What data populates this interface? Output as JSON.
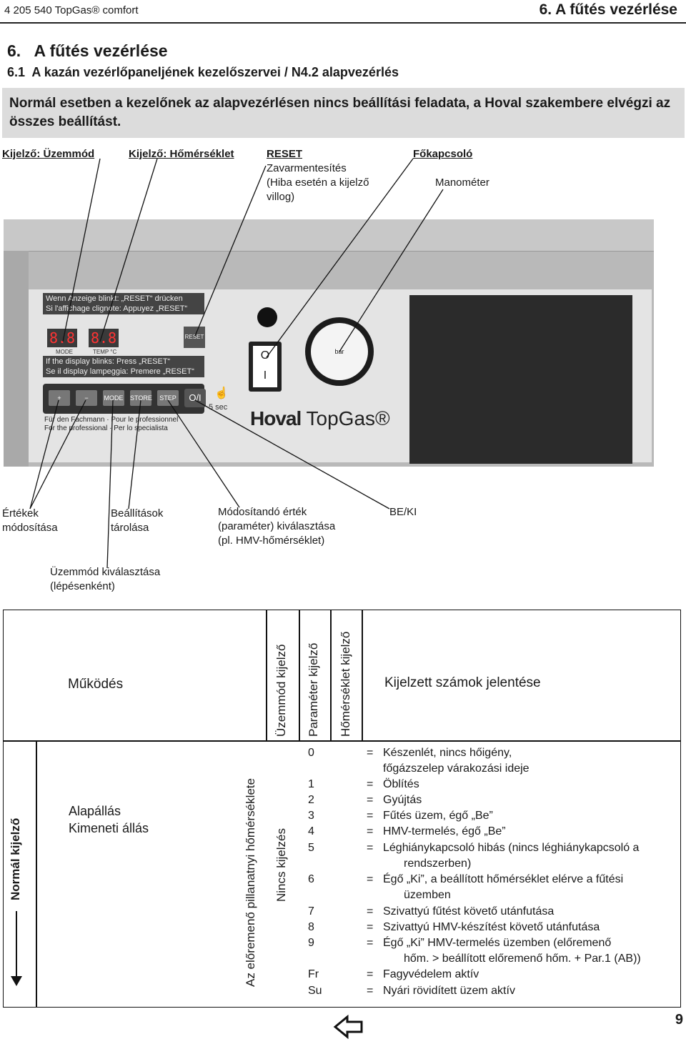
{
  "header": {
    "doc_ref": "4 205 540 TopGas® comfort",
    "section": "6. A fűtés vezérlése"
  },
  "headings": {
    "h1": "6.   A fűtés vezérlése",
    "h2": "6.1  A kazán vezérlőpaneljének kezelőszervei / N4.2 alapvezérlés"
  },
  "note": "Normál esetben a kezelőnek az alapvezérlésen nincs beállítási feladata, a Hoval szakembere elvégzi az összes beállítást.",
  "top_labels": {
    "mode_display": "Kijelző: Üzemmód",
    "temp_display": "Kijelző: Hőmérséklet",
    "reset_title": "RESET",
    "reset_line1": "Zavarmentesítés",
    "reset_line2": "(Hiba esetén a kijelző",
    "reset_line3": "villog)",
    "main_switch": "Főkapcsoló",
    "manometer": "Manométer"
  },
  "panel": {
    "warn_de": "Wenn Anzeige blinkt: „RESET“ drücken",
    "warn_fr": "Si l'affichage clignote: Appuyez „RESET“",
    "warn_en": "If the display blinks: Press „RESET“",
    "warn_it": "Se il display lampeggia: Premere „RESET“",
    "disp_mode": "8.8",
    "disp_temp": "8.8",
    "disp_mode_lbl": "MODE",
    "disp_temp_lbl": "TEMP °C",
    "reset_btn": "RESET",
    "keys": [
      "+",
      "−",
      "MODE",
      "STORE",
      "STEP"
    ],
    "onoff_key": "O/I",
    "sec": "5 sec",
    "fach_line1": "Für den Fachmann · Pour le professionnel",
    "fach_line2": "For the professional · Per lo specialista",
    "brand_bold": "Hoval",
    "brand_rest": " TopGas®",
    "switch_on": "I",
    "switch_off": "O",
    "gauge_unit": "bar"
  },
  "bottom_labels": {
    "values_l1": "Értékek",
    "values_l2": "módosítása",
    "store_l1": "Beállítások",
    "store_l2": "tárolása",
    "step_l1": "Módosítandó érték",
    "step_l2": "(paraméter) kiválasztása",
    "step_l3": "(pl. HMV-hőmérséklet)",
    "onoff": "BE/KI",
    "mode_l1": "Üzemmód kiválasztása",
    "mode_l2": "(lépésenként)"
  },
  "table": {
    "col_function": "Működés",
    "col_mode": "Üzemmód kijelző",
    "col_param": "Paraméter kijelző",
    "col_temp": "Hőmérséklet kijelző",
    "col_meaning": "Kijelzett számok jelentése",
    "row_label": "Normál kijelző",
    "function_l1": "Alapállás",
    "function_l2": "Kimeneti állás",
    "mode_value": "Az előremenő pillanatnyi hőmérséklete",
    "param_value": "Nincs kijelzés",
    "entries": [
      {
        "code": "0",
        "lines": [
          "Készenlét, nincs hőigény,",
          "főgázszelep várakozási ideje"
        ]
      },
      {
        "code": "1",
        "lines": [
          "Öblítés"
        ]
      },
      {
        "code": "2",
        "lines": [
          "Gyújtás"
        ]
      },
      {
        "code": "3",
        "lines": [
          "Fűtés üzem, égő „Be”"
        ]
      },
      {
        "code": "4",
        "lines": [
          "HMV-termelés, égő „Be”"
        ]
      },
      {
        "code": "5",
        "lines": [
          "Léghiánykapcsoló hibás (nincs léghiánykapcsoló a",
          "rendszerben)"
        ]
      },
      {
        "code": "6",
        "lines": [
          "Égő „Ki”, a beállított hőmérséklet elérve a fűtési",
          "üzemben"
        ]
      },
      {
        "code": "7",
        "lines": [
          "Szivattyú fűtést követő utánfutása"
        ]
      },
      {
        "code": "8",
        "lines": [
          "Szivattyú HMV-készítést követő utánfutása"
        ]
      },
      {
        "code": "9",
        "lines": [
          "Égő „Ki” HMV-termelés üzemben (előremenő",
          "hőm. > beállított előremenő hőm. + Par.1 (AB))"
        ]
      },
      {
        "code": "Fr",
        "lines": [
          "Fagyvédelem aktív"
        ]
      },
      {
        "code": "Su",
        "lines": [
          "Nyári rövidített üzem aktív"
        ]
      }
    ]
  },
  "footer": {
    "page": "9"
  }
}
